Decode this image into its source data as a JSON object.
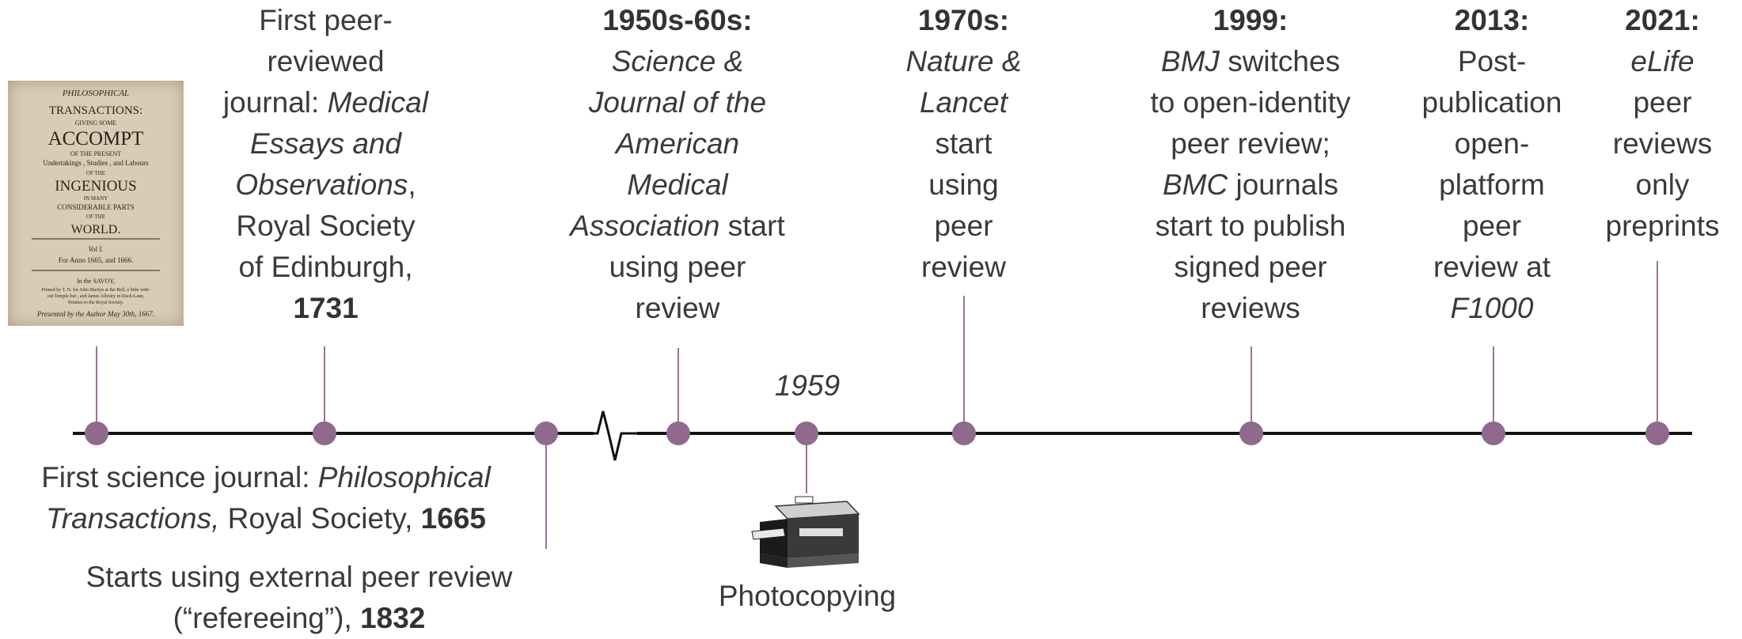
{
  "timeline": {
    "colors": {
      "axis": "#111111",
      "marker": "#8f6a8d",
      "stem": "#9c7397",
      "text": "#3a3a3a"
    },
    "image_label": "PHILOSOPHICAL TRANSACTIONS: GIVING SOME ACCOMPT OF THE PRESENT Undertakings, Studies, and Labours OF THE INGENIOUS IN MANY CONSIDERABLE PARTS OF THE WORLD. Vol I. For Anno 1665, and 1666. In the SAVOY, Printed by T. N. for John Martyn at the Bell, a little without Temple-bar, and James Allestry in Duck-Lane, Printers to the Royal Society. Presented by the Author May 30th, 1667.",
    "icon": "photocopier-icon",
    "events": [
      {
        "parts": [
          {
            "t": "First science journal: "
          },
          {
            "t": "Philosophical",
            "i": true
          }
        ],
        "line2": [
          {
            "t": "Transactions,",
            "i": true
          },
          {
            "t": " Royal Society, "
          },
          {
            "t": "1665",
            "b": true
          }
        ]
      },
      {
        "lines": [
          [
            {
              "t": "First peer-"
            }
          ],
          [
            {
              "t": "reviewed"
            }
          ],
          [
            {
              "t": "journal: "
            },
            {
              "t": "Medical",
              "i": true
            }
          ],
          [
            {
              "t": "Essays and",
              "i": true
            }
          ],
          [
            {
              "t": "Observations",
              "i": true
            },
            {
              "t": ","
            }
          ],
          [
            {
              "t": "Royal Society"
            }
          ],
          [
            {
              "t": "of Edinburgh,"
            }
          ],
          [
            {
              "t": "1731",
              "b": true
            }
          ]
        ]
      },
      {
        "lines": [
          [
            {
              "t": "Starts using external peer review"
            }
          ],
          [
            {
              "t": "(“refereeing”), "
            },
            {
              "t": "1832",
              "b": true
            }
          ]
        ]
      },
      {
        "lines": [
          [
            {
              "t": "1950s-60s:",
              "b": true
            }
          ],
          [
            {
              "t": "Science &",
              "i": true
            }
          ],
          [
            {
              "t": "Journal of the",
              "i": true
            }
          ],
          [
            {
              "t": "American",
              "i": true
            }
          ],
          [
            {
              "t": "Medical",
              "i": true
            }
          ],
          [
            {
              "t": "Association",
              "i": true
            },
            {
              "t": " start"
            }
          ],
          [
            {
              "t": "using peer"
            }
          ],
          [
            {
              "t": "review"
            }
          ]
        ]
      },
      {
        "lines": [
          [
            {
              "t": "1959",
              "i": true
            }
          ]
        ]
      },
      {
        "lines": [
          [
            {
              "t": "Photocopying"
            }
          ]
        ]
      },
      {
        "lines": [
          [
            {
              "t": "1970s:",
              "b": true
            }
          ],
          [
            {
              "t": "Nature &",
              "i": true
            }
          ],
          [
            {
              "t": "Lancet",
              "i": true
            }
          ],
          [
            {
              "t": "start"
            }
          ],
          [
            {
              "t": "using"
            }
          ],
          [
            {
              "t": "peer"
            }
          ],
          [
            {
              "t": "review"
            }
          ]
        ]
      },
      {
        "lines": [
          [
            {
              "t": "1999:",
              "b": true
            }
          ],
          [
            {
              "t": "BMJ",
              "i": true
            },
            {
              "t": " switches"
            }
          ],
          [
            {
              "t": "to open-identity"
            }
          ],
          [
            {
              "t": "peer review;"
            }
          ],
          [
            {
              "t": "BMC",
              "i": true
            },
            {
              "t": " journals"
            }
          ],
          [
            {
              "t": "start to publish"
            }
          ],
          [
            {
              "t": "signed peer"
            }
          ],
          [
            {
              "t": "reviews"
            }
          ]
        ]
      },
      {
        "lines": [
          [
            {
              "t": "2013:",
              "b": true
            }
          ],
          [
            {
              "t": "Post-"
            }
          ],
          [
            {
              "t": "publication"
            }
          ],
          [
            {
              "t": "open-"
            }
          ],
          [
            {
              "t": "platform"
            }
          ],
          [
            {
              "t": "peer"
            }
          ],
          [
            {
              "t": "review at"
            }
          ],
          [
            {
              "t": "F1000",
              "i": true
            }
          ]
        ]
      },
      {
        "lines": [
          [
            {
              "t": "2021:",
              "b": true
            }
          ],
          [
            {
              "t": "eLife",
              "i": true
            }
          ],
          [
            {
              "t": "peer"
            }
          ],
          [
            {
              "t": "reviews"
            }
          ],
          [
            {
              "t": "only"
            }
          ],
          [
            {
              "t": "preprints"
            }
          ]
        ]
      }
    ]
  }
}
